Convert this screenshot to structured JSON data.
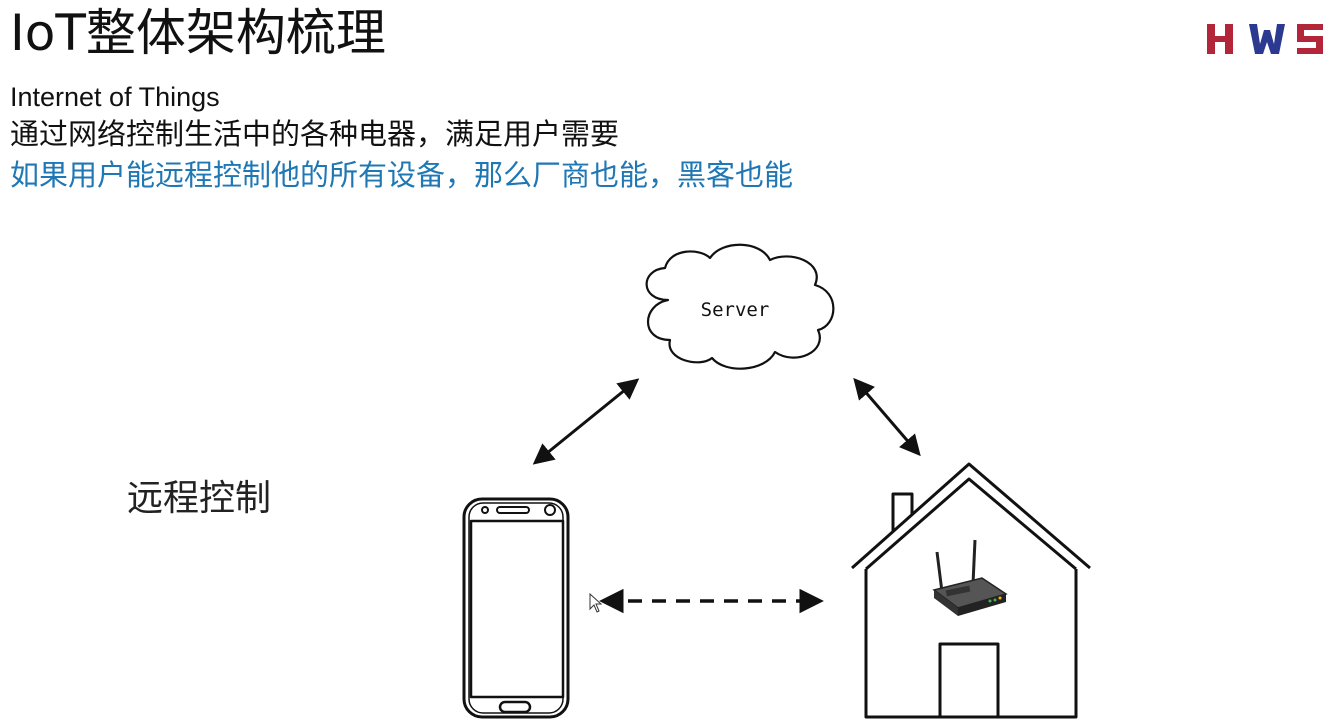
{
  "slide": {
    "title": "IoT整体架构梳理",
    "logo_text": "HWS",
    "lines": [
      "Internet of Things",
      "通过网络控制生活中的各种电器，满足用户需要",
      "如果用户能远程控制他的所有设备，那么厂商也能，黑客也能"
    ],
    "colors": {
      "highlight": "#1f77b4",
      "logo_left": "#c0392b",
      "logo_right": "#2c3e91"
    }
  },
  "diagram": {
    "cloud_label": "Server",
    "remote_label": "远程控制",
    "icons": [
      "cloud-icon",
      "phone-icon",
      "house-icon",
      "router-icon",
      "cursor-icon"
    ]
  }
}
